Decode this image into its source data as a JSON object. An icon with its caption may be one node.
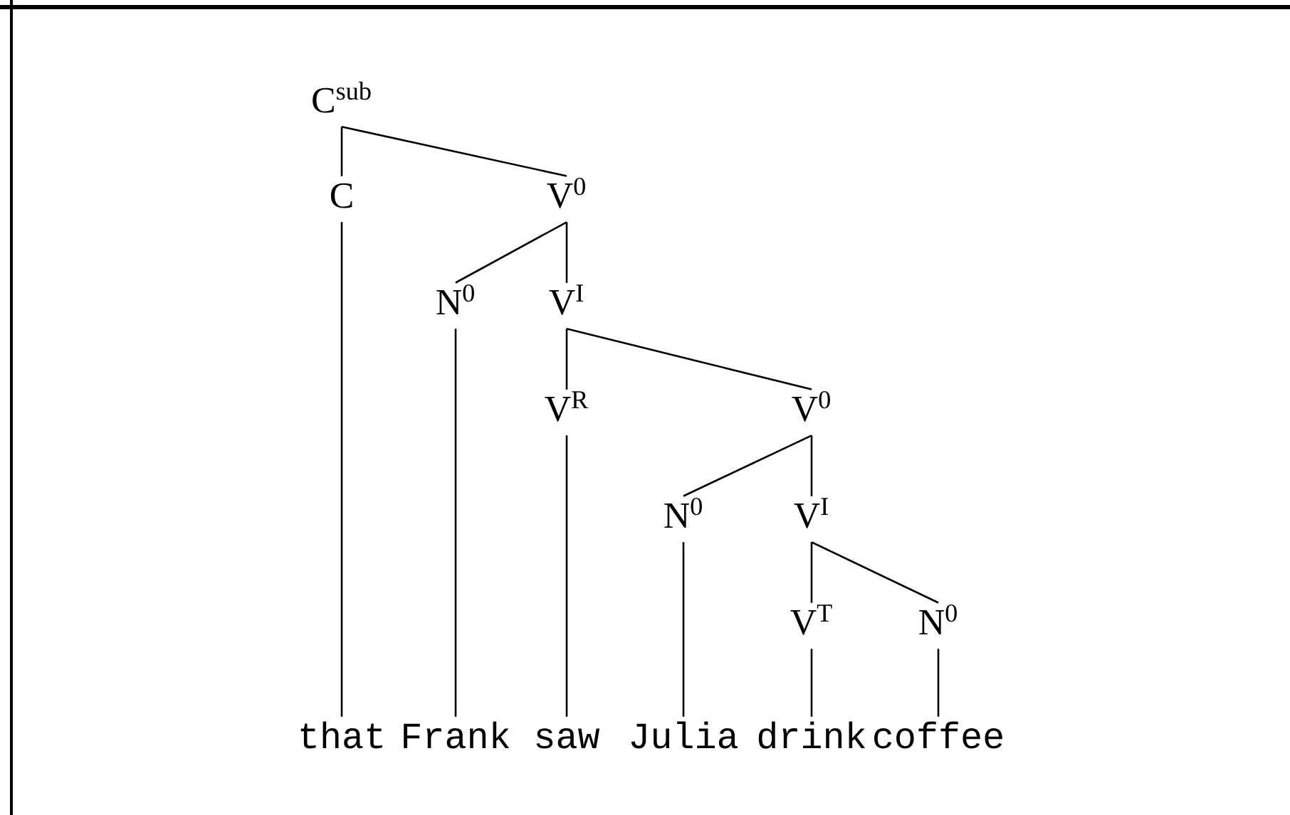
{
  "diagram": {
    "nodes": [
      {
        "text": [
          "C$^{sub}$"
        ]
      },
      {
        "text": [
          "C"
        ]
      },
      {
        "text": [
          "V$^{0}$"
        ]
      },
      {
        "text": [
          "N$^{0}$"
        ]
      },
      {
        "text": [
          "V$^{I}$"
        ]
      },
      {
        "text": [
          "V$^{R}$"
        ]
      },
      {
        "text": [
          "V$^{0}$"
        ]
      },
      {
        "text": [
          "N$^{0}$"
        ]
      },
      {
        "text": [
          "V$^{I}$"
        ]
      },
      {
        "text": [
          "V$^{T}$"
        ]
      },
      {
        "text": [
          "N$^{0}$"
        ]
      },
      {
        "text": [
          "that"
        ]
      },
      {
        "text": [
          "Frank"
        ]
      },
      {
        "text": [
          "saw"
        ]
      },
      {
        "text": [
          "Julia"
        ]
      },
      {
        "text": [
          "drink"
        ]
      },
      {
        "text": [
          "coffee"
        ]
      }
    ],
    "edges": [
      {
        "from": 0,
        "to": 1,
        "arrow": "none"
      },
      {
        "from": 0,
        "to": 2,
        "arrow": "none"
      },
      {
        "from": 1,
        "to": 11,
        "arrow": "none"
      },
      {
        "from": 2,
        "to": 3,
        "arrow": "none"
      },
      {
        "from": 2,
        "to": 4,
        "arrow": "none"
      },
      {
        "from": 3,
        "to": 12,
        "arrow": "none"
      },
      {
        "from": 4,
        "to": 5,
        "arrow": "none"
      },
      {
        "from": 4,
        "to": 6,
        "arrow": "none"
      },
      {
        "from": 5,
        "to": 13,
        "arrow": "none"
      },
      {
        "from": 6,
        "to": 7,
        "arrow": "none"
      },
      {
        "from": 6,
        "to": 8,
        "arrow": "none"
      },
      {
        "from": 7,
        "to": 14,
        "arrow": "none"
      },
      {
        "from": 8,
        "to": 9,
        "arrow": "none"
      },
      {
        "from": 8,
        "to": 10,
        "arrow": "none"
      },
      {
        "from": 9,
        "to": 15,
        "arrow": "none"
      },
      {
        "from": 10,
        "to": 16,
        "arrow": "none"
      }
    ]
  }
}
